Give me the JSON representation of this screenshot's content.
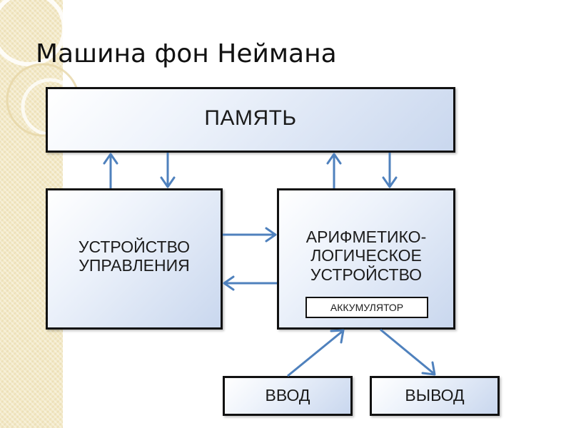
{
  "slide": {
    "title": "Машина фон Неймана"
  },
  "diagram": {
    "memory": "ПАМЯТЬ",
    "control_unit": "УСТРОЙСТВО\nУПРАВЛЕНИЯ",
    "alu": "АРИФМЕТИКО-\nЛОГИЧЕСКОЕ\nУСТРОЙСТВО",
    "accumulator": "АККУМУЛЯТОР",
    "input": "ВВОД",
    "output": "ВЫВОД"
  },
  "colors": {
    "arrow": "#4f81bd",
    "box_border": "#111111",
    "side_strip": "#f3e9c6"
  }
}
